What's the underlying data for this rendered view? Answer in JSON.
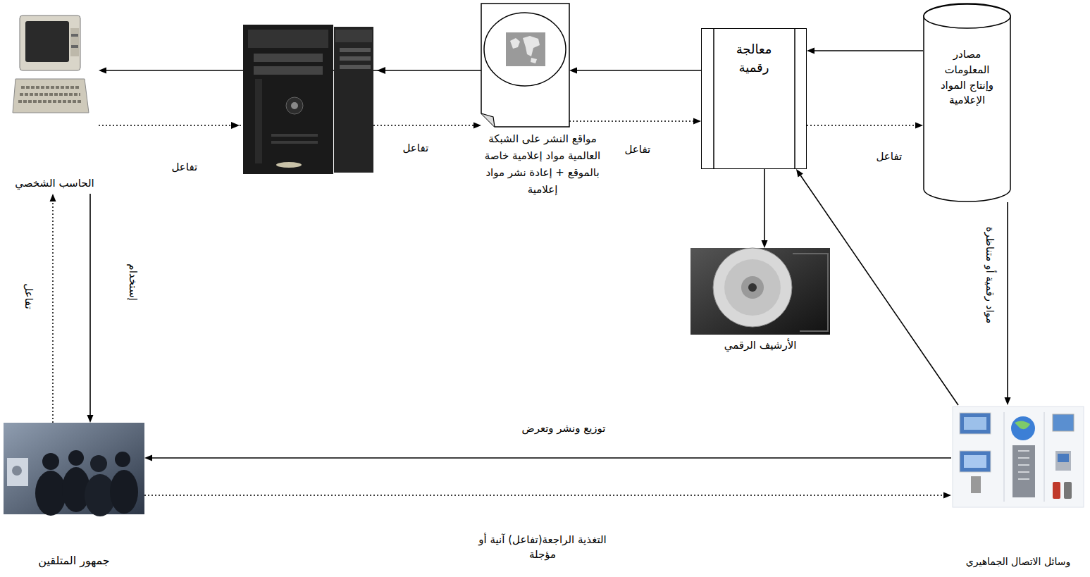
{
  "diagram": {
    "nodes": [
      {
        "text": [
          "مصادر المعلومات وإنتاج المواد الإعلامية"
        ]
      },
      {
        "text": [
          "معالجة رقمية"
        ]
      },
      {
        "text": [
          "مواقع النشر على الشبكة العالمية مواد إعلامية خاصة بالموقع + إعادة نشر مواد إعلامية"
        ]
      },
      {
        "text": [
          "الحاسب الشخصي"
        ]
      },
      {
        "text": [
          "الأرشيف الرقمي"
        ]
      },
      {
        "text": [
          "وسائل الاتصال الجماهيري"
        ]
      },
      {
        "text": [
          "جمهور المتلقين"
        ]
      }
    ],
    "edges": [
      {
        "from": 0,
        "to": 1,
        "arrow": "to"
      },
      {
        "from": 1,
        "to": 0,
        "arrow": "to",
        "label": "تفاعل"
      },
      {
        "from": 1,
        "to": 2,
        "arrow": "to"
      },
      {
        "from": 2,
        "to": 1,
        "arrow": "to",
        "label": "تفاعل"
      },
      {
        "from": 2,
        "to": 3,
        "arrow": "to"
      },
      {
        "from": 3,
        "to": 2,
        "arrow": "to",
        "label": "تفاعل"
      },
      {
        "from": 1,
        "to": 4,
        "arrow": "to"
      },
      {
        "from": 0,
        "to": 5,
        "arrow": "to",
        "label": "مواد رقمية أو متناظرة"
      },
      {
        "from": 5,
        "to": 1,
        "arrow": "to"
      },
      {
        "from": 5,
        "to": 6,
        "arrow": "to",
        "label": "توزيع ونشر وتعرض"
      },
      {
        "from": 6,
        "to": 5,
        "arrow": "to",
        "label": "التغذية الراجعة(تفاعل) آنية أو مؤجلة"
      },
      {
        "from": 3,
        "to": 6,
        "arrow": "to",
        "label": "إستخدام"
      },
      {
        "from": 6,
        "to": 3,
        "arrow": "to",
        "label": "تفاعل"
      }
    ],
    "labels": [
      "تفاعل"
    ]
  }
}
